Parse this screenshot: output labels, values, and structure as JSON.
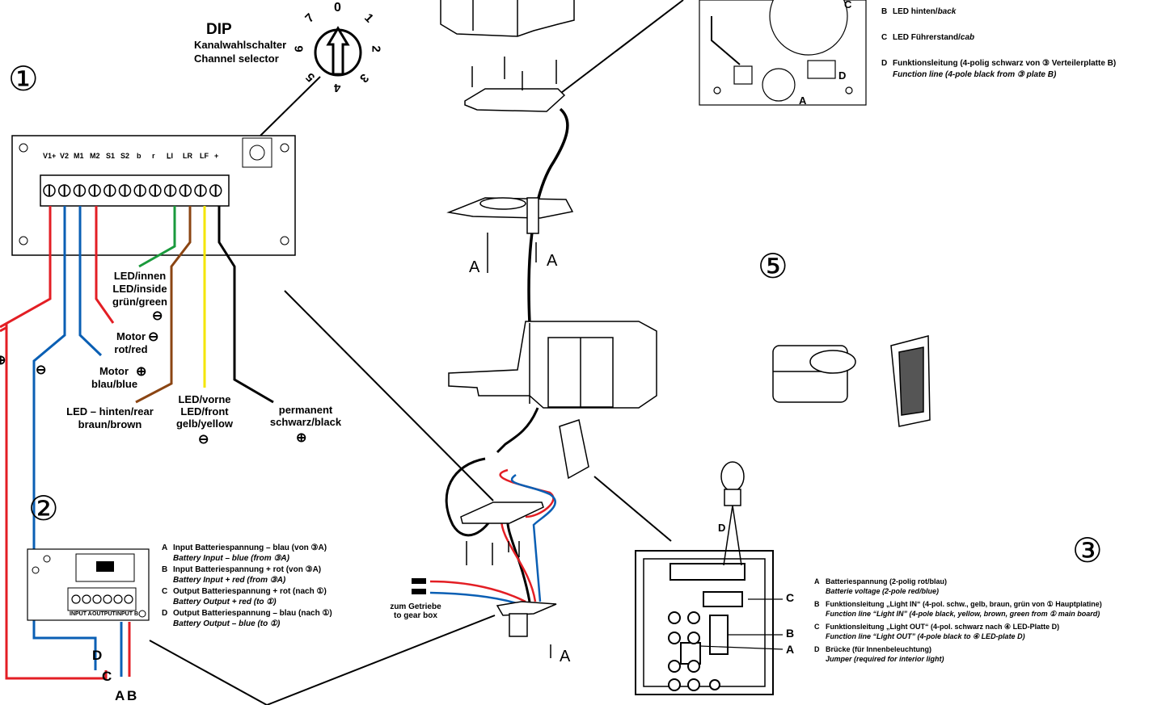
{
  "dip": {
    "title": "DIP",
    "subtitle_de": "Kanalwahlschalter",
    "subtitle_en": "Channel selector",
    "dial_digits": [
      "0",
      "1",
      "2",
      "3",
      "4",
      "5",
      "6",
      "7"
    ]
  },
  "section_markers": {
    "m1": "①",
    "m2": "②",
    "m3": "③",
    "m5": "⑤"
  },
  "board1": {
    "terminals": [
      "V1+",
      "V2",
      "M1",
      "M2",
      "S1",
      "S2",
      "b",
      "r",
      "L̲I",
      "LR",
      "LF",
      "+"
    ],
    "wires": [
      {
        "color": "#e31e24"
      },
      {
        "color": "#0a5fb4"
      },
      {
        "color": "#0a5fb4"
      },
      {
        "color": "#e31e24"
      },
      {
        "color": "#1a9a3c"
      },
      {
        "color": "#8b4513"
      },
      {
        "color": "#f4e600"
      },
      {
        "color": "#000000"
      }
    ],
    "labels": {
      "led_inside": [
        "LED/innen",
        "LED/inside",
        "grün/green"
      ],
      "motor_minus": [
        "Motor",
        "rot/red"
      ],
      "motor_plus": [
        "Motor",
        "blau/blue"
      ],
      "led_rear": [
        "LED – hinten/rear",
        "braun/brown"
      ],
      "led_front": [
        "LED/vorne",
        "LED/front",
        "gelb/yellow"
      ],
      "permanent": [
        "permanent",
        "schwarz/black"
      ],
      "minus": "⊖",
      "plus": "⊕"
    }
  },
  "board2": {
    "terminal_labels": [
      "INPUT A",
      "OUTPUT",
      "INPUT B"
    ],
    "wire_letters": [
      "D",
      "C",
      "A",
      "B"
    ],
    "legend": [
      {
        "key": "A",
        "de": "Input Batteriespannung – blau (von ③A)",
        "en": "Battery Input – blue (from ③A)"
      },
      {
        "key": "B",
        "de": "Input Batteriespannung + rot (von ③A)",
        "en": "Battery Input + red (from ③A)"
      },
      {
        "key": "C",
        "de": "Output Batteriespannung + rot (nach ①)",
        "en": "Battery Output + red (to ①)"
      },
      {
        "key": "D",
        "de": "Output Batteriespannung – blau (nach ①)",
        "en": "Battery Output – blue (to ①)"
      }
    ]
  },
  "top_right_legend": [
    {
      "key": "B",
      "de": "LED hinten/",
      "en": "back"
    },
    {
      "key": "C",
      "de": "LED Führerstand/",
      "en": "cab"
    },
    {
      "key": "D",
      "de": "Funktionsleitung (4-polig schwarz von ③ Verteilerplatte B)",
      "en": "Function line (4-pole black from ③ plate B)"
    }
  ],
  "board3_legend": [
    {
      "key": "A",
      "de": "Batteriespannung (2-polig rot/blau)",
      "en": "Batterie voltage (2-pole red/blue)"
    },
    {
      "key": "B",
      "de": "Funktionsleitung „Light IN“ (4-pol. schw., gelb, braun, grün von ① Hauptplatine)",
      "en": "Function line “Light IN” (4-pole black, yellow, brown, green from ① main board)"
    },
    {
      "key": "C",
      "de": "Funktionsleitung „Light OUT“ (4-pol. schwarz nach ④ LED-Platte D)",
      "en": "Function line “Light OUT” (4-pole black to ④ LED-plate D)"
    },
    {
      "key": "D",
      "de": "Brücke (für Innenbeleuchtung)",
      "en": "Jumper (required for interior light)"
    }
  ],
  "callouts": {
    "a1": "A",
    "a2": "A",
    "a3": "A",
    "gearbox": [
      "zum Getriebe",
      "to gear box"
    ],
    "b3_letters": [
      "D",
      "C",
      "B",
      "A"
    ],
    "tr_letters": [
      "D",
      "A",
      "C"
    ]
  },
  "colors": {
    "red": "#e31e24",
    "blue": "#0a5fb4",
    "green": "#1a9a3c",
    "brown": "#8b4513",
    "yellow": "#f4e600",
    "black": "#000000"
  }
}
